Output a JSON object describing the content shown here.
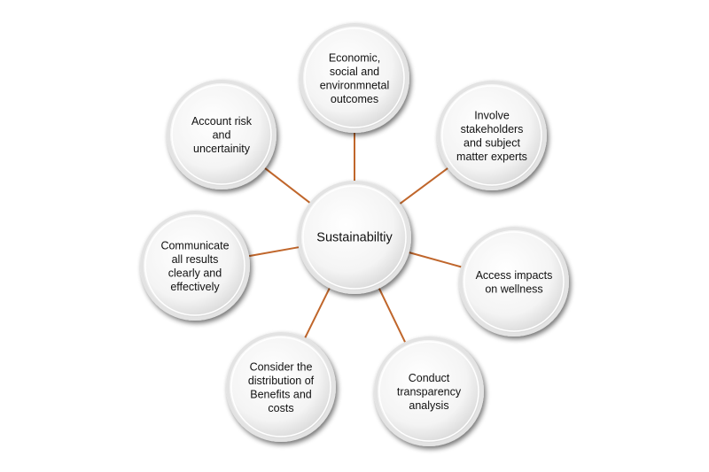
{
  "diagram": {
    "center": {
      "label": "Sustainabiltiy"
    },
    "nodes": [
      {
        "id": "economic-outcomes",
        "lines": [
          "Economic,",
          "social and",
          "environmnetal",
          "outcomes"
        ]
      },
      {
        "id": "involve-stakeholders",
        "lines": [
          "Involve",
          "stakeholders",
          "and subject",
          "matter experts"
        ]
      },
      {
        "id": "access-impacts",
        "lines": [
          "Access impacts",
          "on wellness"
        ]
      },
      {
        "id": "conduct-transparency",
        "lines": [
          "Conduct",
          "transparency",
          "analysis"
        ]
      },
      {
        "id": "consider-distribution",
        "lines": [
          "Consider the",
          "distribution of",
          "Benefits and",
          "costs"
        ]
      },
      {
        "id": "communicate-results",
        "lines": [
          "Communicate",
          "all results",
          "clearly and",
          "effectively"
        ]
      },
      {
        "id": "account-risk",
        "lines": [
          "Account risk",
          "and",
          "uncertainity"
        ]
      }
    ],
    "colors": {
      "connector": "#c0662b",
      "circle_fill": "#f7f7f7",
      "circle_rim": "#e3e3e3",
      "text": "#111111"
    }
  }
}
